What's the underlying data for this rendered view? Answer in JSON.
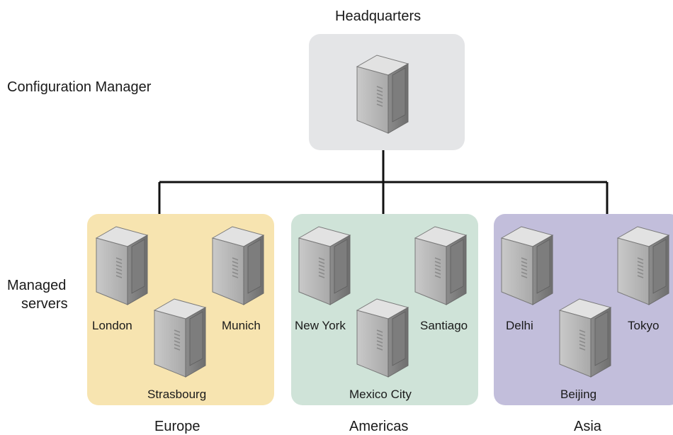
{
  "headquarters": {
    "title": "Headquarters"
  },
  "labels": {
    "configuration_manager": "Configuration Manager",
    "managed_servers_line1": "Managed",
    "managed_servers_line2": "servers"
  },
  "regions": [
    {
      "name": "Europe",
      "cities": [
        "London",
        "Munich",
        "Strasbourg"
      ],
      "color": "#f7e4b0"
    },
    {
      "name": "Americas",
      "cities": [
        "New York",
        "Santiago",
        "Mexico City"
      ],
      "color": "#cfe3d8"
    },
    {
      "name": "Asia",
      "cities": [
        "Delhi",
        "Tokyo",
        "Beijing"
      ],
      "color": "#c2bedb"
    }
  ],
  "icons": {
    "server": "server-tower-icon"
  }
}
